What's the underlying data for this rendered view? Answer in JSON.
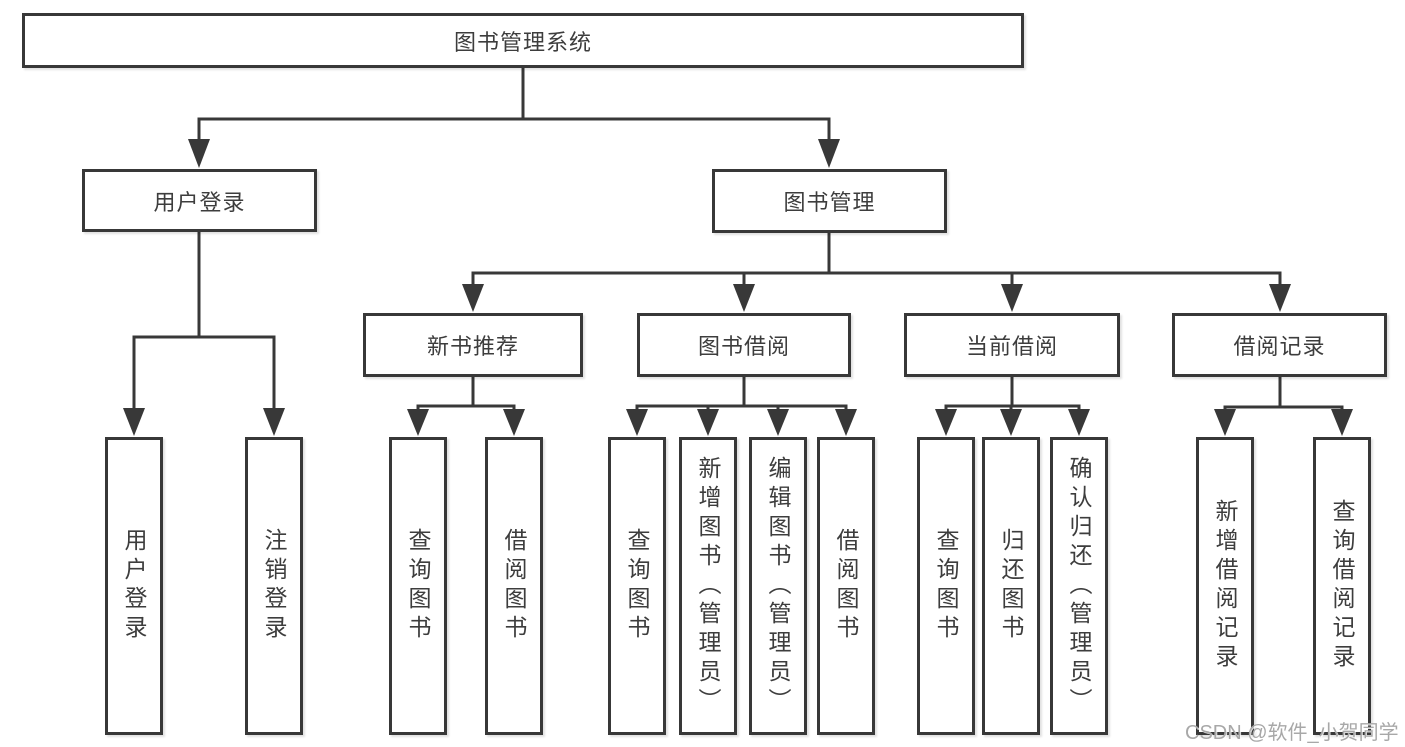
{
  "page": {
    "background": "#ffffff"
  },
  "colors": {
    "line": "#383838",
    "box_border": "#383838",
    "box_fill": "#ffffff",
    "text": "#3d3d3d",
    "watermark": "#a8a8a8"
  },
  "tree": {
    "root": "图书管理系统",
    "branches": [
      {
        "label": "用户登录",
        "leaves": [
          "用户登录",
          "注销登录"
        ]
      },
      {
        "label": "图书管理",
        "groups": [
          {
            "label": "新书推荐",
            "leaves": [
              "查询图书",
              "借阅图书"
            ]
          },
          {
            "label": "图书借阅",
            "leaves": [
              "查询图书",
              "新增图书（管理员）",
              "编辑图书（管理员）",
              "借阅图书"
            ]
          },
          {
            "label": "当前借阅",
            "leaves": [
              "查询图书",
              "归还图书",
              "确认归还（管理员）"
            ]
          },
          {
            "label": "借阅记录",
            "leaves": [
              "新增借阅记录",
              "查询借阅记录"
            ]
          }
        ]
      }
    ]
  },
  "watermark": {
    "text": "CSDN @软件_小贺同学"
  }
}
